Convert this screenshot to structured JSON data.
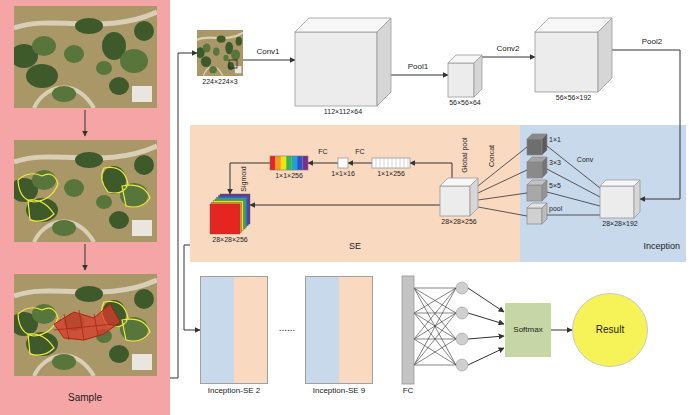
{
  "diagram": {
    "nodes": [
      {
        "text": [
          "Sample"
        ]
      },
      {
        "text": [
          "224×224×3"
        ]
      },
      {
        "text": [
          "112×112×64"
        ]
      },
      {
        "text": [
          "56×56×64"
        ]
      },
      {
        "text": [
          "56×56×192"
        ]
      },
      {
        "text": [
          "Inception"
        ]
      },
      {
        "text": [
          "28×28×192"
        ],
        "in": 5
      },
      {
        "text": [
          "SE"
        ]
      },
      {
        "text": [
          "28×28×256"
        ],
        "in": 7
      },
      {
        "text": [
          "1×1×256"
        ],
        "in": 7
      },
      {
        "text": [
          "1×1×16"
        ],
        "in": 7
      },
      {
        "text": [
          "1×1×256"
        ],
        "in": 7
      },
      {
        "text": [
          "28×28×256"
        ],
        "in": 7
      },
      {
        "text": [
          "Inception-SE 2"
        ]
      },
      {
        "text": [
          "Inception-SE 9"
        ]
      },
      {
        "text": [
          "FC"
        ]
      },
      {
        "text": [
          "Softmax"
        ]
      },
      {
        "text": [
          "Result"
        ]
      }
    ],
    "edges": [
      {
        "from": 0,
        "to": 1,
        "arrow": "to"
      },
      {
        "from": 1,
        "to": 2,
        "label": "Conv1",
        "arrow": "to"
      },
      {
        "from": 2,
        "to": 3,
        "label": "Pool1",
        "arrow": "to"
      },
      {
        "from": 3,
        "to": 4,
        "label": "Conv2",
        "arrow": "to"
      },
      {
        "from": 4,
        "to": 6,
        "label": "Pool2",
        "arrow": "to"
      },
      {
        "from": 8,
        "to": 9,
        "label": "Global pool",
        "arrow": "to"
      },
      {
        "from": 9,
        "to": 10,
        "label": "FC",
        "arrow": "to"
      },
      {
        "from": 10,
        "to": 11,
        "label": "FC",
        "arrow": "to"
      },
      {
        "from": 11,
        "to": 12,
        "label": "Sigmoid",
        "arrow": "to"
      },
      {
        "from": 8,
        "to": 12,
        "arrow": "to"
      },
      {
        "from": 7,
        "to": 13,
        "arrow": "to"
      },
      {
        "from": 16,
        "to": 17,
        "arrow": "to"
      }
    ],
    "labels": [
      "1×1",
      "3×3",
      "5×5",
      "pool",
      "Conv",
      "Concat",
      "......"
    ]
  }
}
